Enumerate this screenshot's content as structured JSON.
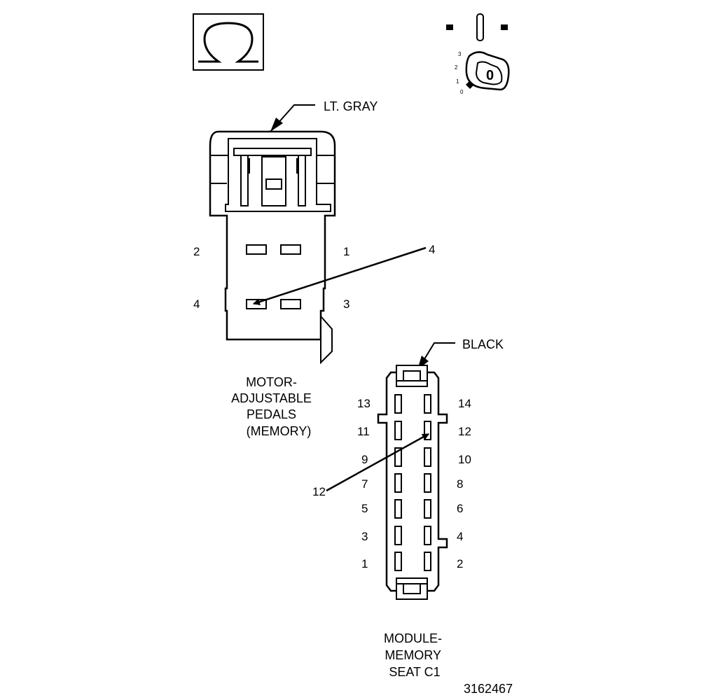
{
  "omega_symbol": "Ω",
  "ignition": {
    "positions": [
      "3",
      "2",
      "1",
      "0"
    ],
    "key_label": "0"
  },
  "connector_gray": {
    "color_label": "LT. GRAY",
    "pins_left": [
      "2",
      "4"
    ],
    "pins_right": [
      "1",
      "3"
    ],
    "callout": "4",
    "name_lines": [
      "MOTOR-",
      "ADJUSTABLE",
      "PEDALS",
      "(MEMORY)"
    ]
  },
  "connector_black": {
    "color_label": "BLACK",
    "pins_left": [
      "13",
      "11",
      "9",
      "7",
      "5",
      "3",
      "1"
    ],
    "pins_right": [
      "14",
      "12",
      "10",
      "8",
      "6",
      "4",
      "2"
    ],
    "callout": "12",
    "name_lines": [
      "MODULE-",
      "MEMORY",
      "SEAT C1"
    ]
  },
  "figure_id": "3162467"
}
